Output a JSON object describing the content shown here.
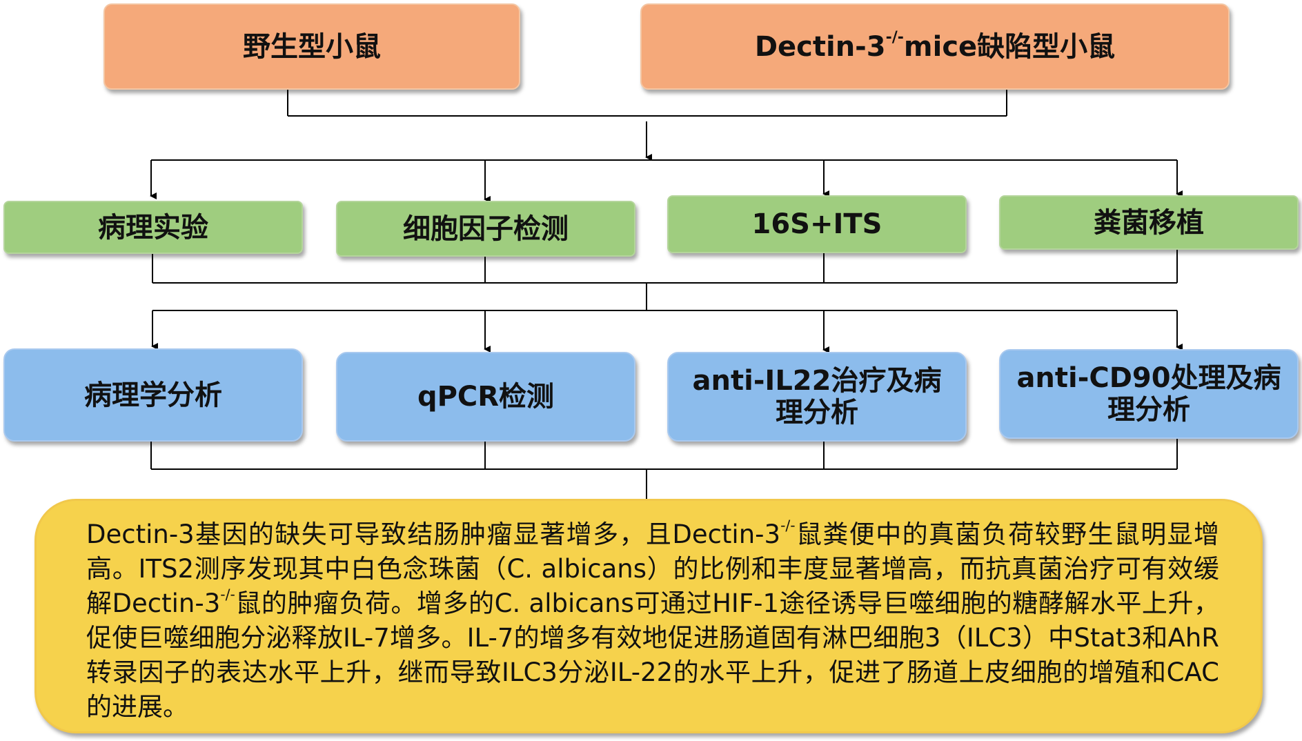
{
  "colors": {
    "orange_box": "#f5a97a",
    "green_box": "#9fcd7f",
    "blue_box": "#8cbcec",
    "summary_box": "#f6d24c",
    "connector": "#000000"
  },
  "top_row": [
    {
      "label": "野生型小鼠"
    },
    {
      "label_main": "Dectin-3",
      "label_sup": "-/-",
      "label_rest": "mice缺陷型小鼠"
    }
  ],
  "experiments": [
    {
      "label": "病理实验"
    },
    {
      "label": "细胞因子检测"
    },
    {
      "label": "16S+ITS"
    },
    {
      "label": "粪菌移植"
    }
  ],
  "analyses": [
    {
      "label": "病理学分析"
    },
    {
      "label": "qPCR检测"
    },
    {
      "label": "anti-IL22治疗及病理分析"
    },
    {
      "label": "anti-CD90处理及病理分析"
    }
  ],
  "summary": {
    "part1": "Dectin-3基因的缺失可导致结肠肿瘤显著增多，且Dectin-3",
    "sup1": "-/-",
    "part2": "鼠粪便中的真菌负荷较野生鼠明显增高。ITS2测序发现其中白色念珠菌（C. albicans）的比例和丰度显著增高，而抗真菌治疗可有效缓解Dectin-3",
    "sup2": "-/-",
    "part3": "鼠的肿瘤负荷。增多的C. albicans可通过HIF-1途径诱导巨噬细胞的糖酵解水平上升，促使巨噬细胞分泌释放IL-7增多。IL-7的增多有效地促进肠道固有淋巴细胞3（ILC3）中Stat3和AhR转录因子的表达水平上升，继而导致ILC3分泌IL-22的水平上升，促进了肠道上皮细胞的增殖和CAC的进展。"
  }
}
